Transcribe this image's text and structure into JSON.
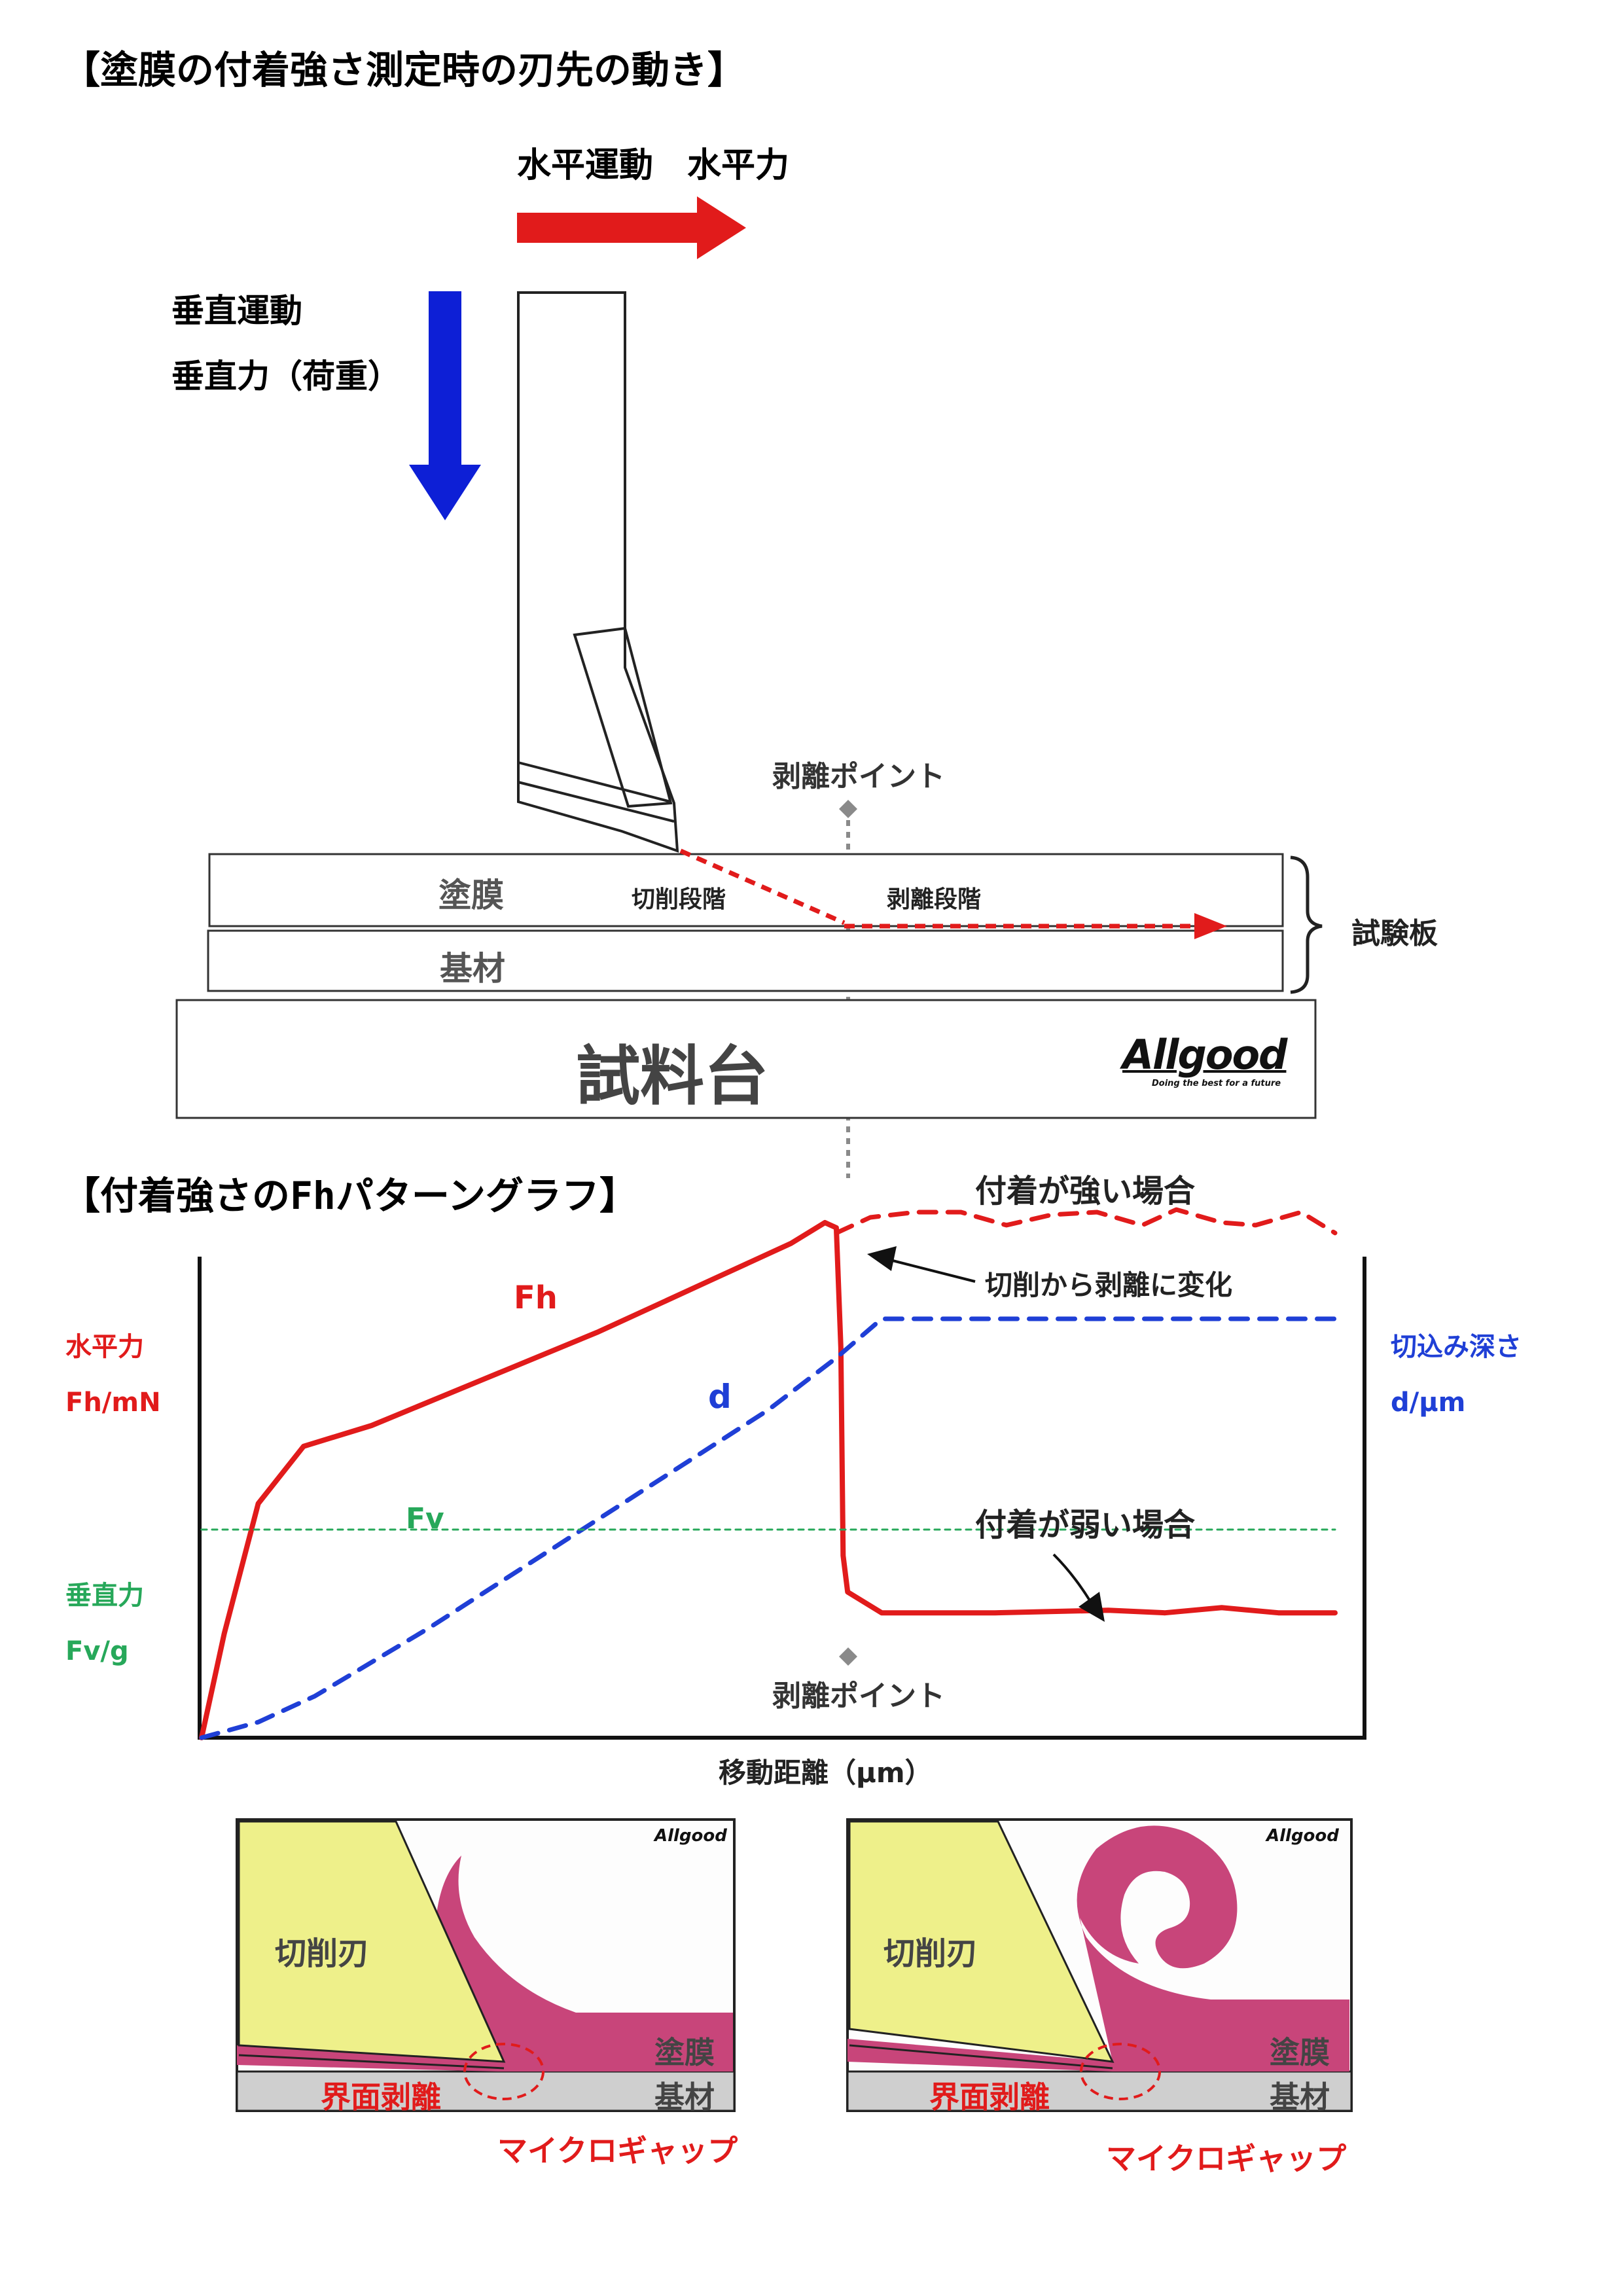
{
  "section1": {
    "title": "【塗膜の付着強さ測定時の刃先の動き】",
    "horizontal_label": "水平運動　水平力",
    "vertical_motion": "垂直運動",
    "vertical_force": "垂直力（荷重）",
    "peel_point": "剥離ポイント",
    "coating": "塗膜",
    "cutting_stage": "切削段階",
    "peeling_stage": "剥離段階",
    "substrate": "基材",
    "test_plate": "試験板",
    "sample_stage": "試料台",
    "logo": {
      "name": "Allgood",
      "tagline": "Doing the best for a future"
    }
  },
  "section2": {
    "title": "【付着強さのFhパターングラフ】",
    "strong_case": "付着が強い場合",
    "change_note": "切削から剥離に変化",
    "weak_case": "付着が弱い場合",
    "left_axis_1": "水平力",
    "left_axis_2": "Fh/mN",
    "left_axis_3": "垂直力",
    "left_axis_4": "Fv/g",
    "right_axis_1": "切込み深さ",
    "right_axis_2": "d/μm",
    "x_axis": "移動距離（μm）",
    "peel_point_bottom": "剥離ポイント",
    "series_fh": "Fh",
    "series_d": "d",
    "series_fv": "Fv"
  },
  "chart_data": {
    "type": "line",
    "title": "【付着強さのFhパターングラフ】",
    "xlabel": "移動距離（μm）",
    "ylabel_left": "水平力 Fh/mN ／ 垂直力 Fv/g",
    "ylabel_right": "切込み深さ d/μm",
    "xlim": [
      0,
      100
    ],
    "ylim": [
      0,
      100
    ],
    "peel_point_x": 56,
    "series": [
      {
        "name": "Fh",
        "style": "solid",
        "color": "#e11b1b",
        "x": [
          0,
          2,
          5,
          9,
          15,
          25,
          35,
          45,
          52,
          55,
          56,
          56.4,
          56.6,
          57,
          60,
          70,
          80,
          85,
          90,
          95,
          100
        ],
        "y": [
          0,
          20,
          45,
          56,
          60,
          69,
          78,
          88,
          95,
          99,
          98,
          75,
          35,
          28,
          24,
          24,
          24.5,
          24,
          25,
          24,
          24
        ]
      },
      {
        "name": "付着が強い場合",
        "style": "dashed",
        "color": "#e11b1b",
        "x": [
          56,
          59,
          63,
          67,
          71,
          75,
          79,
          83,
          86,
          90,
          93,
          97,
          100
        ],
        "y": [
          97,
          100,
          101,
          101,
          98.5,
          100.5,
          101,
          98.5,
          101.5,
          99,
          98.5,
          101,
          97
        ]
      },
      {
        "name": "d",
        "style": "dashed",
        "color": "#1f3fd6",
        "x": [
          0,
          5,
          10,
          20,
          30,
          40,
          50,
          56,
          60,
          70,
          80,
          90,
          100
        ],
        "y": [
          0,
          3,
          8,
          21,
          35,
          49,
          63,
          73,
          80.5,
          80.5,
          80.5,
          80.5,
          80.5
        ]
      },
      {
        "name": "Fv",
        "style": "dotted",
        "color": "#27a85a",
        "x": [
          0,
          100
        ],
        "y": [
          40,
          40
        ]
      }
    ]
  },
  "section3": {
    "left_panel": {
      "blade": "切削刃",
      "coating": "塗膜",
      "substrate": "基材",
      "interface": "界面剥離",
      "gap": "マイクロギャップ"
    },
    "right_panel": {
      "blade": "切削刃",
      "coating": "塗膜",
      "substrate": "基材",
      "interface": "界面剥離",
      "gap": "マイクロギャップ"
    }
  },
  "colors": {
    "red": "#e11b1b",
    "blue": "#1f3fd6",
    "green": "#27a85a",
    "coating_pink": "#c8457a",
    "blade_yellow": "#eef08a",
    "gray": "#cfcfcf"
  }
}
